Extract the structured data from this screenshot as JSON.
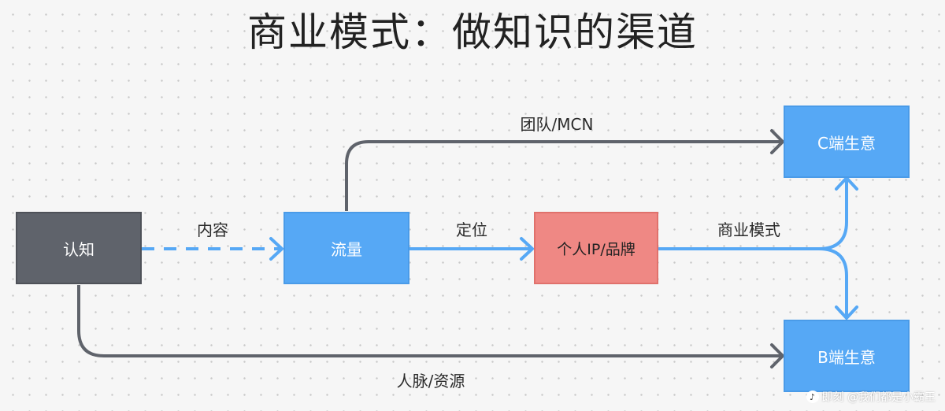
{
  "title": "商业模式：做知识的渠道",
  "nodes": {
    "cognition": "认知",
    "traffic": "流量",
    "ip_brand": "个人IP/品牌",
    "c_business": "C端生意",
    "b_business": "B端生意"
  },
  "edge_labels": {
    "content": "内容",
    "team_mcn": "团队/MCN",
    "positioning": "定位",
    "business_model": "商业模式",
    "network_resources": "人脉/资源"
  },
  "watermark": {
    "text": "即刻 @我们都是小霸王"
  },
  "colors": {
    "gray_node": "#5f636b",
    "blue_node": "#56a8f5",
    "red_node": "#ef8884",
    "dark_edge": "#5f636b",
    "blue_edge": "#56a8f5"
  }
}
